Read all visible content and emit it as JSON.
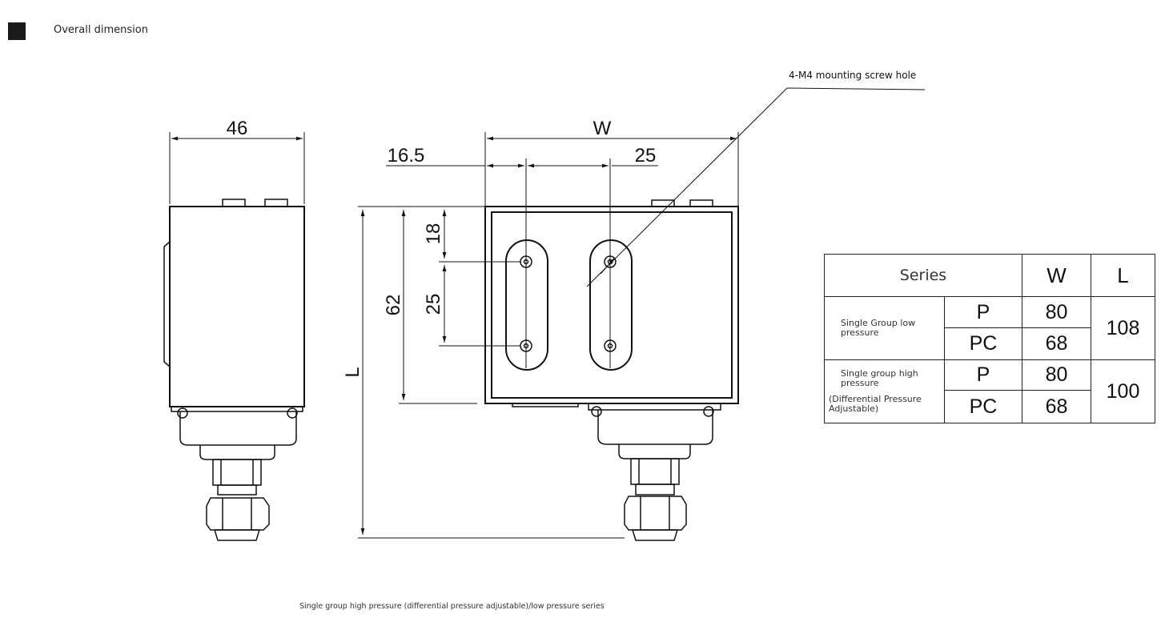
{
  "header": {
    "title": "Overall dimension"
  },
  "drawing": {
    "dim_46": "46",
    "dim_W": "W",
    "dim_16_5": "16.5",
    "dim_25_top": "25",
    "dim_18": "18",
    "dim_25_side": "25",
    "dim_62": "62",
    "dim_L": "L",
    "callout": "4-M4 mounting screw hole"
  },
  "spec_table": {
    "headers": {
      "series": "Series",
      "w": "W",
      "l": "L"
    },
    "groups": [
      {
        "label": "Single Group low pressure",
        "note": "",
        "L": "108",
        "rows": [
          {
            "model": "P",
            "W": "80"
          },
          {
            "model": "PC",
            "W": "68"
          }
        ]
      },
      {
        "label": "Single group high pressure",
        "note": "(Differential Pressure Adjustable)",
        "L": "100",
        "rows": [
          {
            "model": "P",
            "W": "80"
          },
          {
            "model": "PC",
            "W": "68"
          }
        ]
      }
    ]
  },
  "caption": "Single group high pressure (differential pressure adjustable)/low pressure series"
}
